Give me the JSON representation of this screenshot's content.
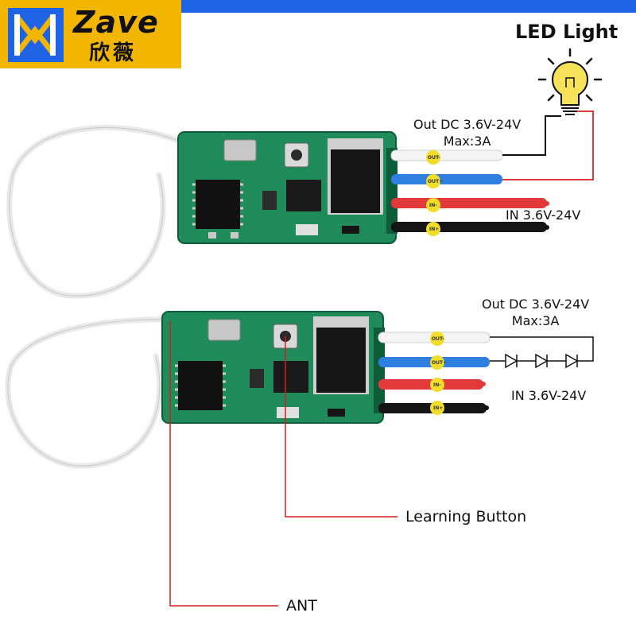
{
  "brand": {
    "name": "Zave",
    "name_cn": "欣薇",
    "accent": "#f2b600"
  },
  "labels": {
    "led_light": "LED Light",
    "out_top": "Out DC 3.6V-24V",
    "max_top": "Max:3A",
    "in_top": "IN 3.6V-24V",
    "out_bottom": "Out DC 3.6V-24V",
    "max_bottom": "Max:3A",
    "in_bottom": "IN 3.6V-24V",
    "learning_button": "Learning Button",
    "ant": "ANT"
  },
  "pin_tags": [
    "OUT-",
    "OUT+",
    "IN-",
    "IN+"
  ],
  "colors": {
    "pcb": "#1f8a5a",
    "wire_white": "#f4f4f4",
    "wire_blue": "#2f7fe0",
    "wire_red": "#e23a3a",
    "wire_black": "#151515",
    "pointer": "#d32020",
    "tag": "#f2de2a",
    "banner": "#1e62e6"
  },
  "icons": [
    "light-bulb-icon",
    "diode-icon",
    "zave-logo-icon"
  ]
}
